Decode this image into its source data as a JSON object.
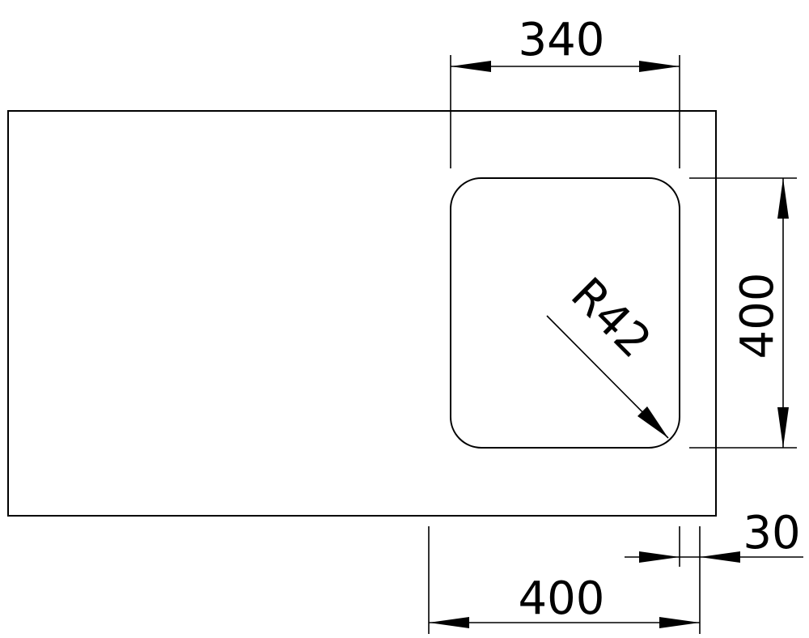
{
  "dimensions": {
    "sink_width": "340",
    "sink_height": "400",
    "corner_radius": "R42",
    "position_from_edge": "400",
    "edge_offset": "30"
  },
  "colors": {
    "stroke": "#000000",
    "background": "#ffffff"
  }
}
